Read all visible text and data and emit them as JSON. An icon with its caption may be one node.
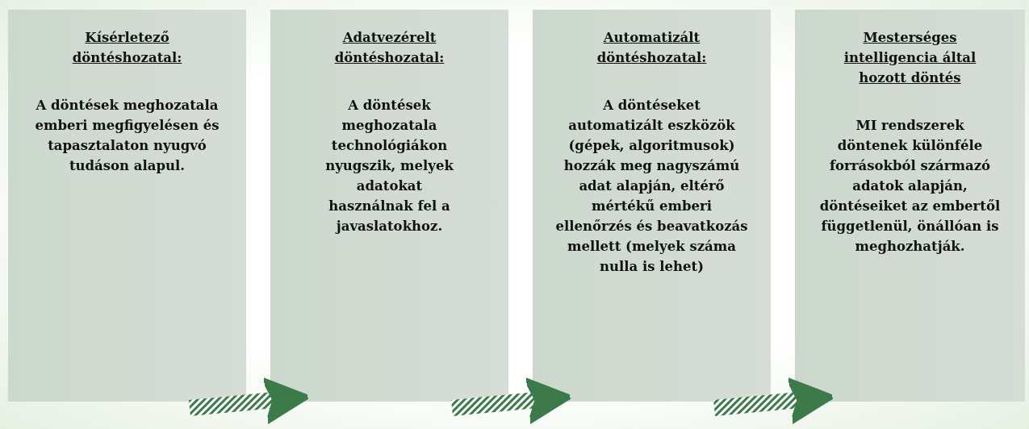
{
  "diagram": {
    "nodes": [
      {
        "text": [
          "Kísérletező döntéshozatal:",
          "A döntések meghozatala emberi megfigyelésen és tapasztalaton nyugvó tudáson alapul."
        ]
      },
      {
        "text": [
          "Adatvezérelt döntéshozatal:",
          "A döntések meghozatala technológiákon nyugszik, melyek adatokat használnak fel a javaslatokhoz."
        ]
      },
      {
        "text": [
          "Automatizált döntéshozatal:",
          "A döntéseket automatizált eszközök (gépek, algoritmusok) hozzák meg nagyszámú adat alapján, eltérő mértékű emberi ellenőrzés és beavatkozás mellett (melyek száma nulla is lehet)"
        ]
      },
      {
        "text": [
          "Mesterséges intelligencia által hozott döntés",
          "MI rendszerek döntenek különféle forrásokból származó adatok alapján, döntéseiket az embertől függetlenül, önállóan is meghozhatják."
        ]
      }
    ],
    "edges": [
      {
        "from": 0,
        "to": 1,
        "arrow": "to"
      },
      {
        "from": 1,
        "to": 2,
        "arrow": "to"
      },
      {
        "from": 2,
        "to": 3,
        "arrow": "to"
      }
    ]
  }
}
